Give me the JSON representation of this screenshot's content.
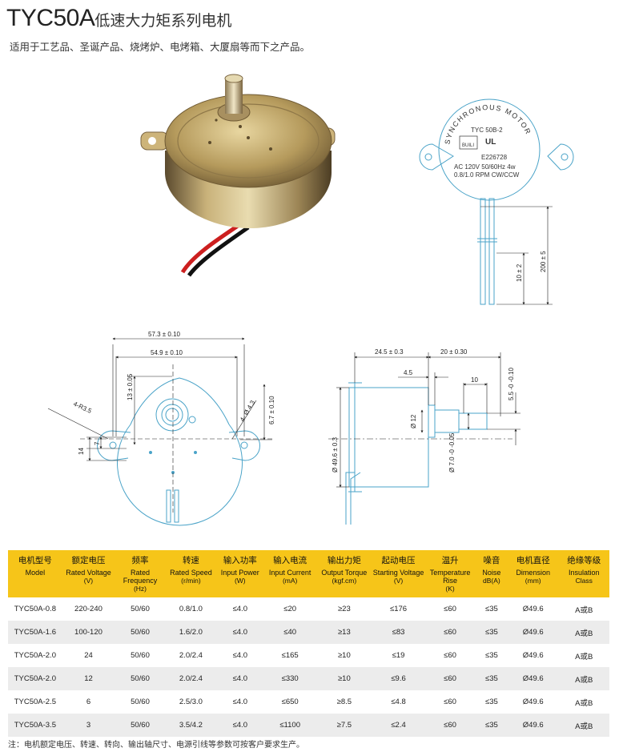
{
  "header": {
    "model": "TYC50A",
    "title_cn": "低速大力矩系列电机",
    "subtitle": "适用于工艺品、圣诞产品、烧烤炉、电烤箱、大厦扇等而下之产品。"
  },
  "motor_label": {
    "ring_text": "SYNCHRONOUS MOTOR",
    "model_text": "TYC 50B-2",
    "brand": "BUILI",
    "ul_mark": "UL",
    "cert": "E226728",
    "spec_line1": "AC 120V 50/60Hz 4w",
    "spec_line2": "0.8/1.0 RPM  CW/CCW"
  },
  "side_view_dims": {
    "lead_short": "10 ± 2",
    "lead_long": "200 ± 5"
  },
  "front_view_dims": {
    "overall_width": "57.3 ± 0.10",
    "hole_spacing": "54.9 ± 0.10",
    "height_top": "13 ± 0.05",
    "mount_hole": "4- Ø 4.3",
    "radius": "4-R3.5",
    "offset": "6.7 ± 0.10",
    "dim_7": "7",
    "dim_14": "14"
  },
  "profile_view_dims": {
    "body_depth": "24.5 ± 0.3",
    "shaft_length": "20 ± 0.30",
    "boss_len": "4.5",
    "flat_len": "10",
    "flat_height": "5.5 -0 -0.10",
    "boss_dia": "Ø 12",
    "body_dia": "Ø 49.6 ± 0.3",
    "shaft_dia": "Ø 7.0 -0 -0.05"
  },
  "table": {
    "headers": [
      {
        "cn": "电机型号",
        "en": "Model",
        "unit": ""
      },
      {
        "cn": "额定电压",
        "en": "Rated Voltage",
        "unit": "(V)"
      },
      {
        "cn": "频率",
        "en": "Rated Frequency",
        "unit": "(Hz)"
      },
      {
        "cn": "转速",
        "en": "Rated Speed",
        "unit": "(r/min)"
      },
      {
        "cn": "输入功率",
        "en": "Input Power",
        "unit": "(W)"
      },
      {
        "cn": "输入电流",
        "en": "Input Current",
        "unit": "(mA)"
      },
      {
        "cn": "输出力矩",
        "en": "Output Torque",
        "unit": "(kgf.cm)"
      },
      {
        "cn": "起动电压",
        "en": "Starting Voltage",
        "unit": "(V)"
      },
      {
        "cn": "温升",
        "en": "Temperature Rise",
        "unit": "(K)"
      },
      {
        "cn": "噪音",
        "en": "Noise",
        "unit": "dB(A)"
      },
      {
        "cn": "电机直径",
        "en": "Dimension",
        "unit": "(mm)"
      },
      {
        "cn": "绝缘等级",
        "en": "Insulation",
        "unit": "Class"
      }
    ],
    "rows": [
      [
        "TYC50A-0.8",
        "220-240",
        "50/60",
        "0.8/1.0",
        "≤4.0",
        "≤20",
        "≥23",
        "≤176",
        "≤60",
        "≤35",
        "Ø49.6",
        "A或B"
      ],
      [
        "TYC50A-1.6",
        "100-120",
        "50/60",
        "1.6/2.0",
        "≤4.0",
        "≤40",
        "≥13",
        "≤83",
        "≤60",
        "≤35",
        "Ø49.6",
        "A或B"
      ],
      [
        "TYC50A-2.0",
        "24",
        "50/60",
        "2.0/2.4",
        "≤4.0",
        "≤165",
        "≥10",
        "≤19",
        "≤60",
        "≤35",
        "Ø49.6",
        "A或B"
      ],
      [
        "TYC50A-2.0",
        "12",
        "50/60",
        "2.0/2.4",
        "≤4.0",
        "≤330",
        "≥10",
        "≤9.6",
        "≤60",
        "≤35",
        "Ø49.6",
        "A或B"
      ],
      [
        "TYC50A-2.5",
        "6",
        "50/60",
        "2.5/3.0",
        "≤4.0",
        "≤650",
        "≥8.5",
        "≤4.8",
        "≤60",
        "≤35",
        "Ø49.6",
        "A或B"
      ],
      [
        "TYC50A-3.5",
        "3",
        "50/60",
        "3.5/4.2",
        "≤4.0",
        "≤1100",
        "≥7.5",
        "≤2.4",
        "≤60",
        "≤35",
        "Ø49.6",
        "A或B"
      ]
    ]
  },
  "note": "注：电机额定电压、转速、转向、输出轴尺寸、电源引线等参数可按客户要求生产。",
  "colors": {
    "header_bg": "#f6c519",
    "row_alt": "#ececec",
    "drawing_line": "#4aa3c8",
    "dim_line": "#222222"
  }
}
